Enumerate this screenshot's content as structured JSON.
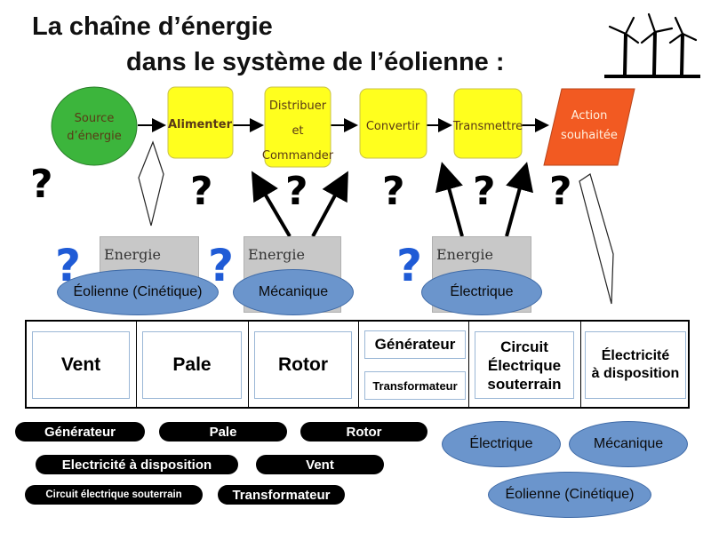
{
  "title": {
    "line1": "La chaîne d’énergie",
    "line2": "dans le système de l’éolienne :"
  },
  "chain": {
    "source": [
      "Source",
      "d’énergie"
    ],
    "alimenter": "Alimenter",
    "distribuer": [
      "Distribuer",
      "et",
      "Commander"
    ],
    "convertir": "Convertir",
    "transmettre": "Transmettre",
    "action": [
      "Action",
      "souhaitée"
    ],
    "question_mark": "?"
  },
  "energy_boxes": {
    "label": "Energie",
    "types": [
      "Éolienne (Cinétique)",
      "Mécanique",
      "Électrique"
    ]
  },
  "table": {
    "cells": [
      "Vent",
      "Pale",
      "Rotor",
      "Générateur",
      "Transformateur",
      "Circuit\nÉlectrique\nsouterrain",
      "Électricité\nà disposition"
    ]
  },
  "answer_pills": [
    "Générateur",
    "Pale",
    "Rotor",
    "Electricité à disposition",
    "Vent",
    "Circuit électrique souterrain",
    "Transformateur"
  ],
  "answer_ellipses": [
    "Électrique",
    "Mécanique",
    "Éolienne (Cinétique)"
  ],
  "colors": {
    "source_green": "#3cb53c",
    "step_yellow": "#ffff1e",
    "action_red": "#f25a22",
    "ellipse_blue": "#6b95cc",
    "question_blue": "#1f5bd6"
  },
  "icons": [
    "wind-turbines-icon"
  ]
}
